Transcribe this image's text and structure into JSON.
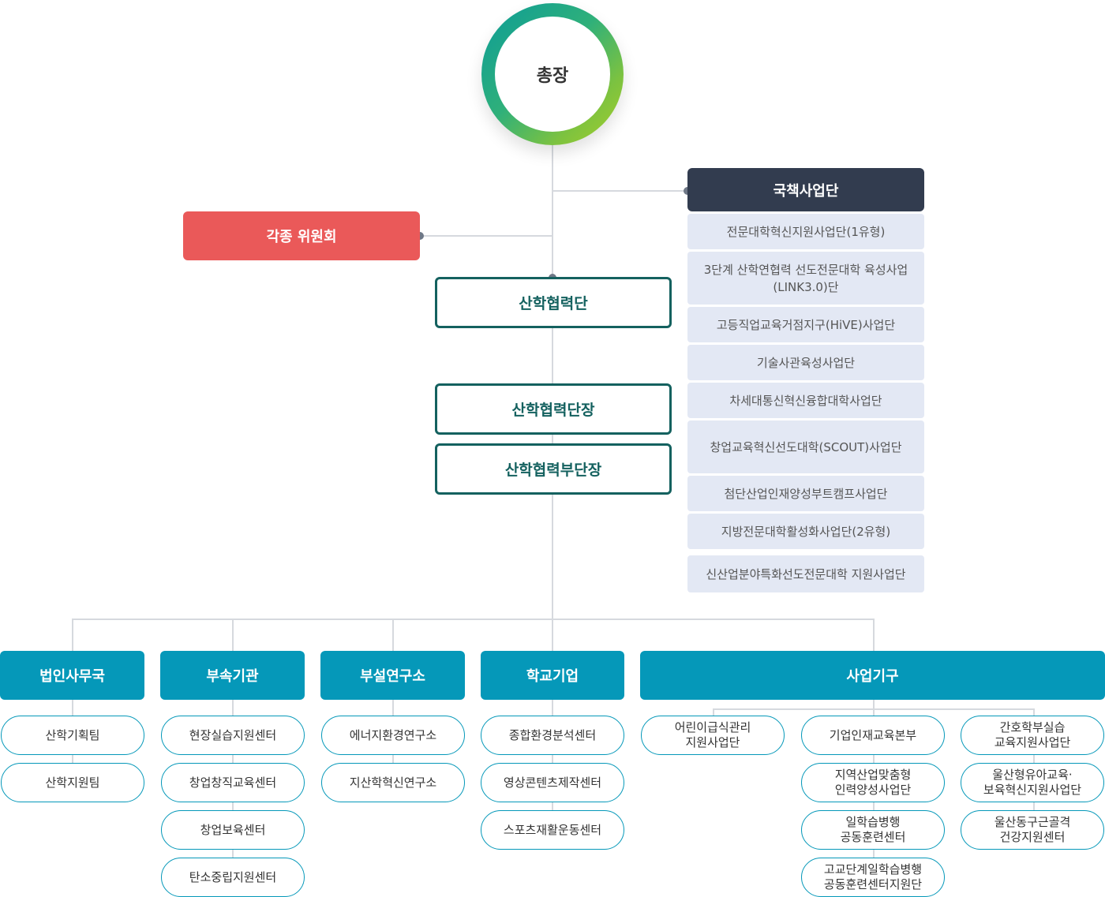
{
  "president": "총장",
  "committee": "각종 위원회",
  "national_projects": {
    "title": "국책사업단",
    "items": [
      "전문대학혁신지원사업단(1유형)",
      "3단계 산학연협력 선도전문대학 육성사업(LINK3.0)단",
      "고등직업교육거점지구(HiVE)사업단",
      "기술사관육성사업단",
      "차세대통신혁신융합대학사업단",
      "창업교육혁신선도대학(SCOUT)사업단",
      "첨단산업인재양성부트캠프사업단",
      "지방전문대학활성화사업단(2유형)",
      "신산업분야특화선도전문대학 지원사업단"
    ]
  },
  "industry_cooperation": {
    "group": "산학협력단",
    "head": "산학협력단장",
    "vice_head": "산학협력부단장"
  },
  "departments": [
    {
      "title": "법인사무국",
      "items": [
        "산학기획팀",
        "산학지원팀"
      ]
    },
    {
      "title": "부속기관",
      "items": [
        "현장실습지원센터",
        "창업창직교육센터",
        "창업보육센터",
        "탄소중립지원센터"
      ]
    },
    {
      "title": "부설연구소",
      "items": [
        "에너지환경연구소",
        "지산학혁신연구소"
      ]
    },
    {
      "title": "학교기업",
      "items": [
        "종합환경분석센터",
        "영상콘텐츠제작센터",
        "스포츠재활운동센터"
      ]
    },
    {
      "title": "사업기구",
      "columns": [
        [
          "어린이급식관리\n지원사업단"
        ],
        [
          "기업인재교육본부",
          "지역산업맞춤형\n인력양성사업단",
          "일학습병행\n공동훈련센터",
          "고교단계일학습병행\n공동훈련센터지원단"
        ],
        [
          "간호학부실습\n교육지원사업단",
          "울산형유아교육·\n보육혁신지원사업단",
          "울산동구근골격\n건강지원센터"
        ]
      ]
    }
  ],
  "colors": {
    "committee": "#ea5959",
    "national_head": "#323c4f",
    "national_item": "#e3e8f4",
    "industry_border": "#14615f",
    "department": "#0598b9",
    "president_gradient": [
      "#0c9c98",
      "#a6cf2a"
    ]
  }
}
